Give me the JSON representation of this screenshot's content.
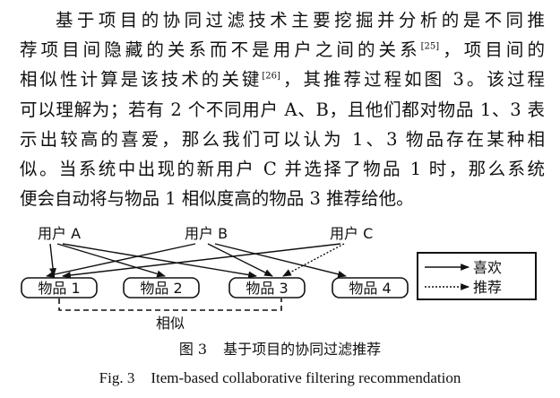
{
  "paragraph": {
    "lines": [
      "基于项目的协同过滤技术主要挖掘并分析的是不同推",
      "荐项目间隐藏的关系而不是用户之间的关系",
      "相似性计算是该技术的关键",
      "可以理解为；若有 2 个不同用户 A、B，且他们都对物品 1、3 表",
      "示出较高的喜爱，那么我们可以认为 1、3 物品存在某种相",
      "似。当系统中出现的新用户 C 并选择了物品 1 时，那么系统",
      "便会自动将与物品 1 相似度高的物品 3 推荐给他。"
    ],
    "ref1": "[25]",
    "line2_tail": "，项目间的",
    "ref2": "[26]",
    "line3_tail": "，其推荐过程如图 3。该过程"
  },
  "figure": {
    "users": [
      "用户 A",
      "用户 B",
      "用户 C"
    ],
    "items": [
      "物品 1",
      "物品 2",
      "物品 3",
      "物品 4"
    ],
    "similar_label": "相似",
    "legend": {
      "like": "喜欢",
      "recommend": "推荐"
    },
    "caption_num": "图 3",
    "caption_zh": "基于项目的协同过滤推荐",
    "caption_en_num": "Fig. 3",
    "caption_en": "Item-based collaborative filtering recommendation"
  }
}
